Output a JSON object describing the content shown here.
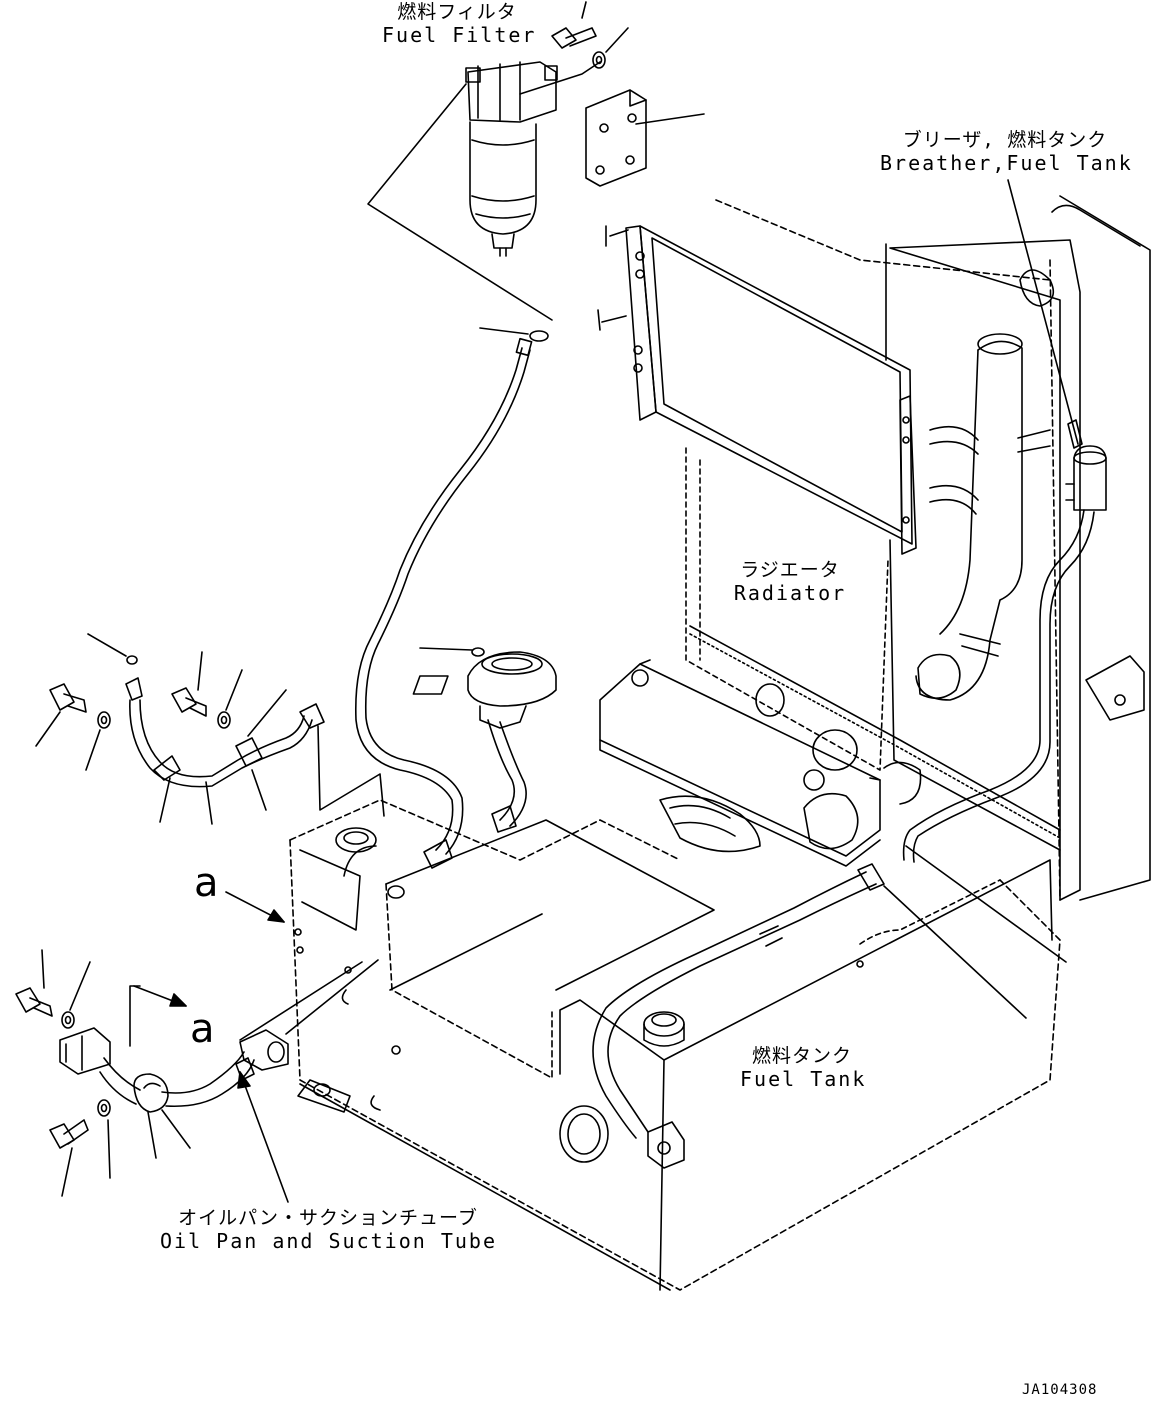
{
  "labels": {
    "fuel_filter": {
      "jp": "燃料フィルタ",
      "en": "Fuel Filter"
    },
    "breather": {
      "jp": "ブリーザ, 燃料タンク",
      "en": "Breather,Fuel Tank"
    },
    "radiator": {
      "jp": "ラジエータ",
      "en": "Radiator"
    },
    "fuel_tank": {
      "jp": "燃料タンク",
      "en": "Fuel Tank"
    },
    "suction_tube": {
      "jp": "オイルパン・サクションチューブ",
      "en": "Oil Pan and Suction Tube"
    }
  },
  "view_marker": {
    "upper": "a",
    "lower": "a"
  },
  "drawing_code": "JA104308",
  "colors": {
    "ink": "#000000",
    "paper": "#ffffff"
  }
}
